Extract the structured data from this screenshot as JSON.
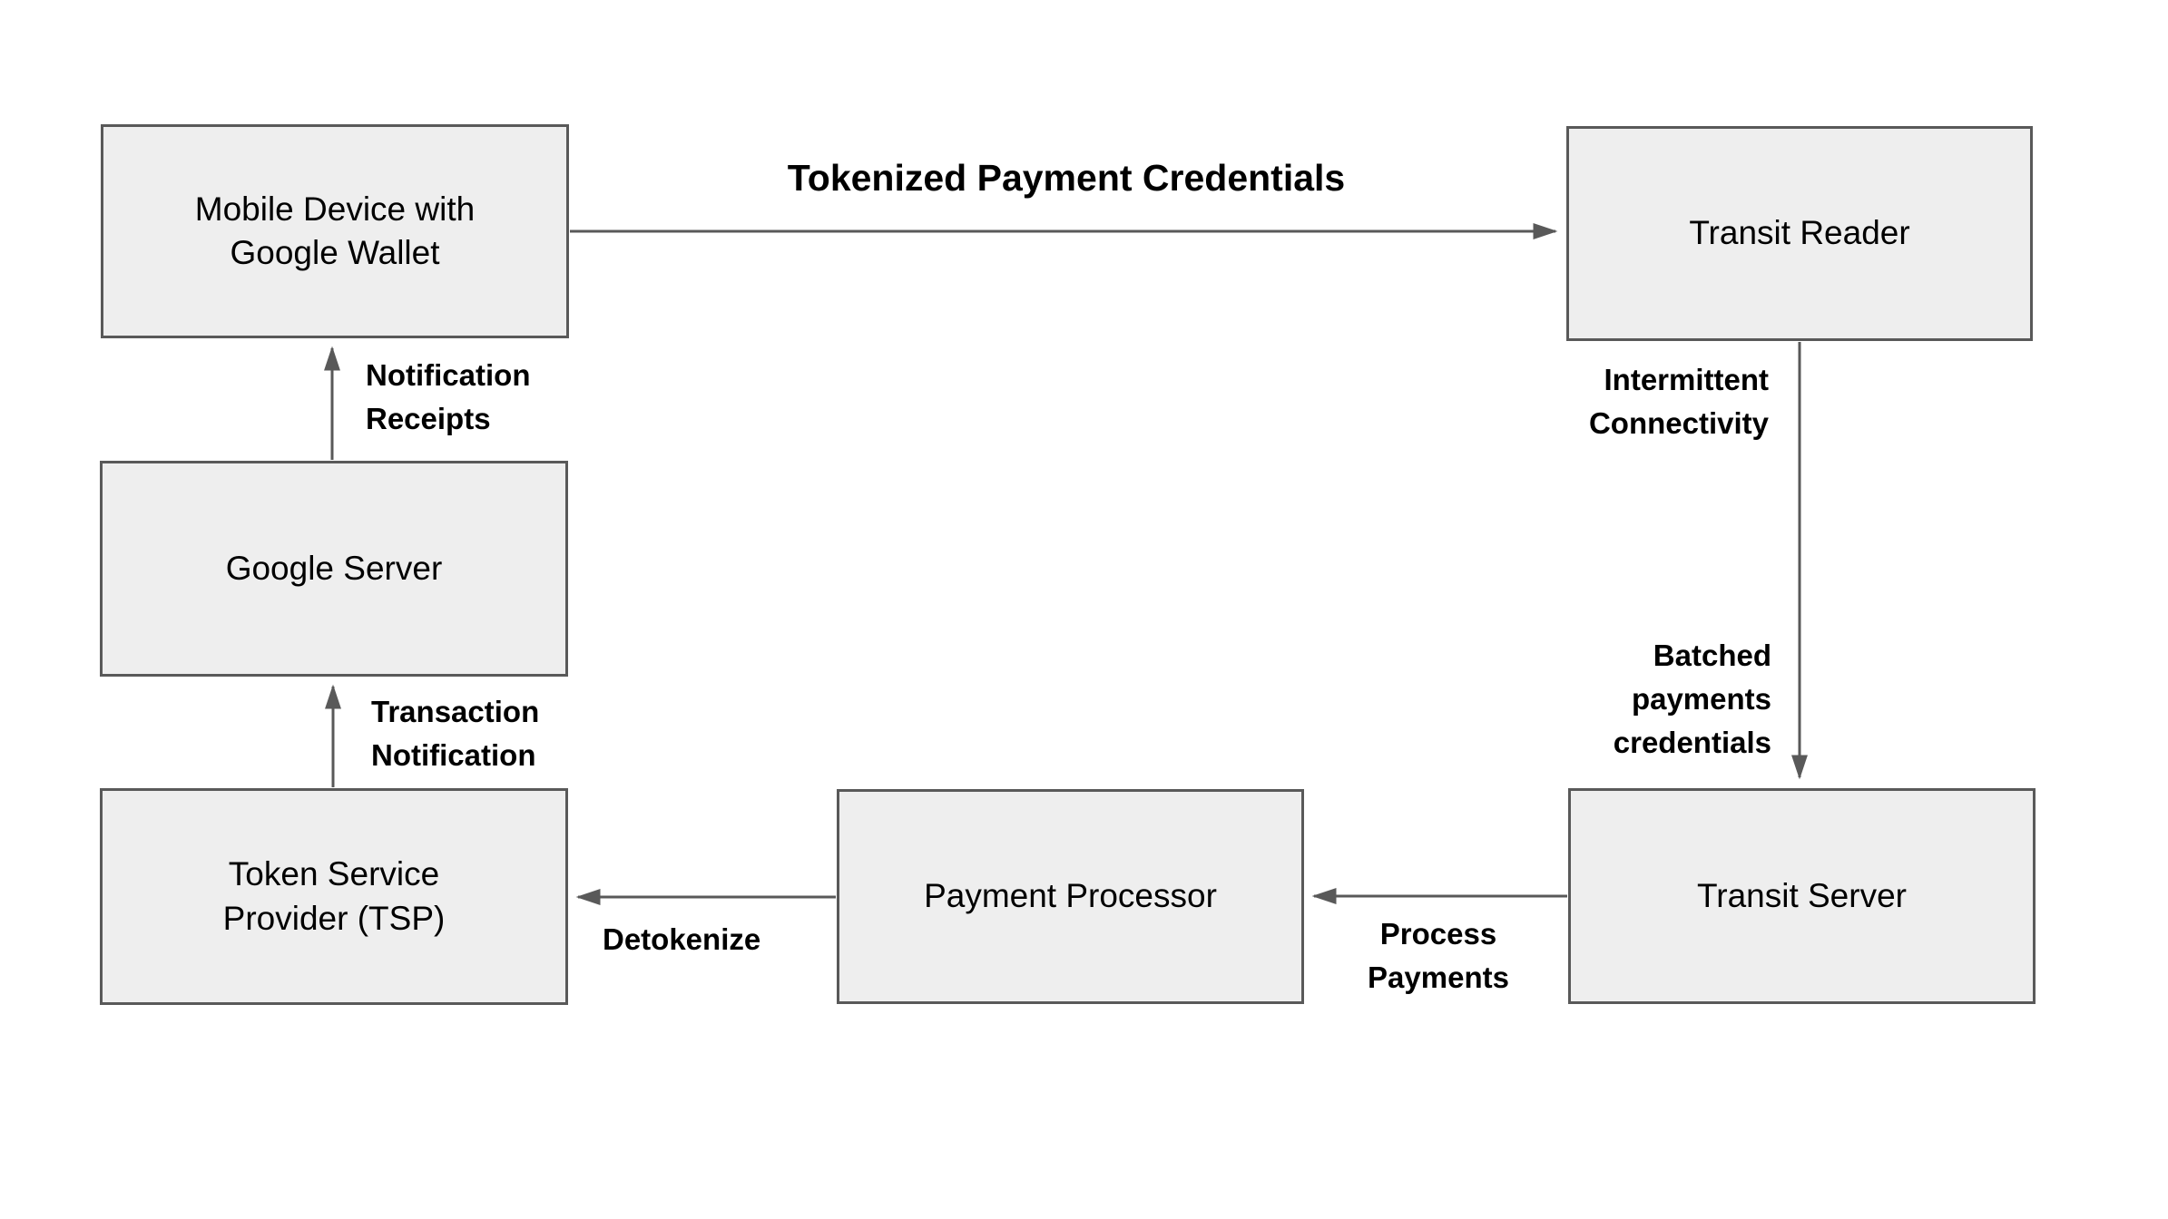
{
  "diagram": {
    "colors": {
      "background": "#ffffff",
      "node_fill": "#eeeeee",
      "node_border": "#595959",
      "arrow": "#595959",
      "text": "#000000"
    },
    "nodes": {
      "mobile_device": {
        "label": "Mobile Device with\nGoogle Wallet"
      },
      "transit_reader": {
        "label": "Transit Reader"
      },
      "google_server": {
        "label": "Google Server"
      },
      "tsp": {
        "label": "Token Service\nProvider (TSP)"
      },
      "payment_processor": {
        "label": "Payment Processor"
      },
      "transit_server": {
        "label": "Transit Server"
      }
    },
    "edges": {
      "tokenized": {
        "label": "Tokenized Payment Credentials",
        "from": "mobile_device",
        "to": "transit_reader"
      },
      "intermittent": {
        "label": "Intermittent\nConnectivity",
        "from": "transit_reader",
        "to": "transit_server"
      },
      "batched": {
        "label": "Batched\npayments\ncredentials",
        "from": "transit_reader",
        "to": "transit_server"
      },
      "process_payments": {
        "label": "Process\nPayments",
        "from": "transit_server",
        "to": "payment_processor"
      },
      "detokenize": {
        "label": "Detokenize",
        "from": "payment_processor",
        "to": "tsp"
      },
      "transaction_notification": {
        "label": "Transaction\nNotification",
        "from": "tsp",
        "to": "google_server"
      },
      "notification_receipts": {
        "label": "Notification\nReceipts",
        "from": "google_server",
        "to": "mobile_device"
      }
    }
  }
}
